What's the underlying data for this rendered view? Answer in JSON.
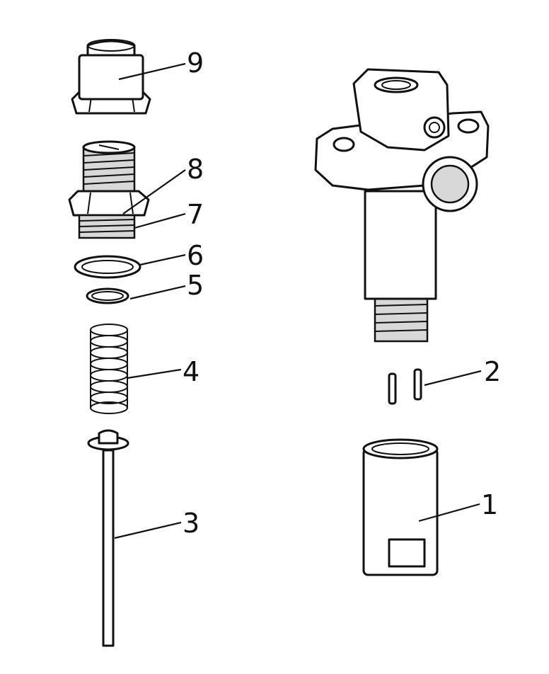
{
  "diagram": {
    "type": "exploded-parts-view",
    "callouts": [
      "1",
      "2",
      "3",
      "4",
      "5",
      "6",
      "7",
      "8",
      "9"
    ]
  }
}
